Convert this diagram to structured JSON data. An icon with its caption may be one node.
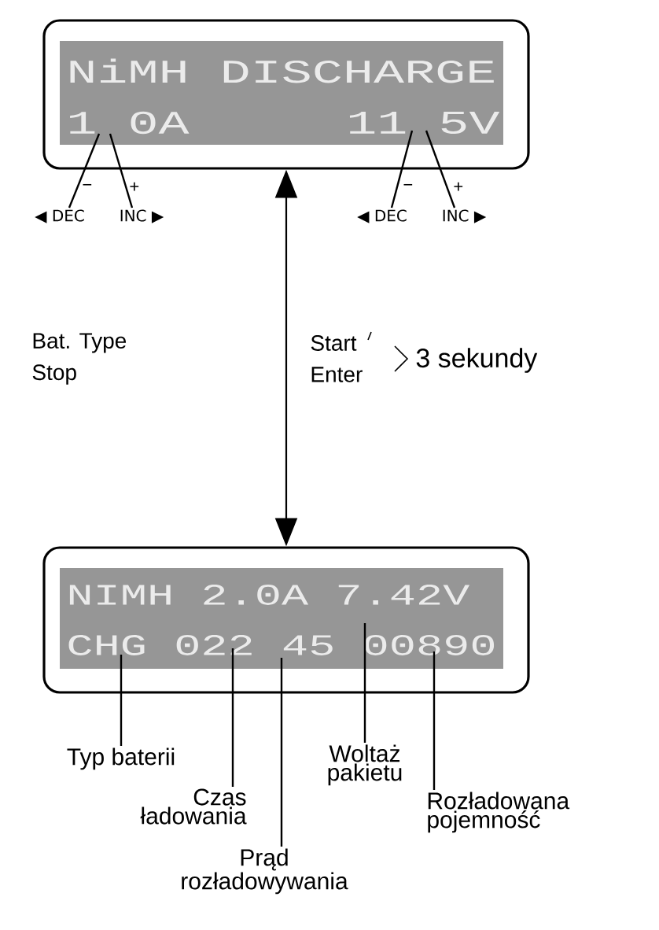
{
  "diagram": {
    "nodes": [
      {
        "text": [
          "NiMH DISCHARGE",
          "1 0A",
          "11 5V"
        ]
      },
      {
        "text": [
          "NIMH 2.0A 7.42V",
          "CHG 022 45 00890"
        ]
      },
      {
        "text": [
          "◀ DEC"
        ]
      },
      {
        "text": [
          "INC ▶"
        ]
      },
      {
        "text": [
          "◀ DEC"
        ]
      },
      {
        "text": [
          "INC ▶"
        ]
      },
      {
        "text": [
          "Typ baterii"
        ]
      },
      {
        "text": [
          "Czas ładowania"
        ]
      },
      {
        "text": [
          "Prąd rozładowywania"
        ]
      },
      {
        "text": [
          "Woltaż pakietu"
        ]
      },
      {
        "text": [
          "Rozładowana pojemność"
        ]
      }
    ],
    "edges": [
      {
        "from": 0,
        "to": 1,
        "arrow": "both"
      },
      {
        "from": 2,
        "to": 0,
        "arrow": "none"
      },
      {
        "from": 3,
        "to": 0,
        "arrow": "none"
      },
      {
        "from": 4,
        "to": 0,
        "arrow": "none"
      },
      {
        "from": 5,
        "to": 0,
        "arrow": "none"
      },
      {
        "from": 6,
        "to": 1,
        "arrow": "none"
      },
      {
        "from": 7,
        "to": 1,
        "arrow": "none"
      },
      {
        "from": 8,
        "to": 1,
        "arrow": "none"
      },
      {
        "from": 9,
        "to": 1,
        "arrow": "none"
      },
      {
        "from": 10,
        "to": 1,
        "arrow": "none"
      }
    ],
    "labels": [
      "−",
      "+",
      "−",
      "+",
      "Bat. Type",
      "Stop",
      "Start",
      "Enter",
      "3 sekundy"
    ]
  }
}
